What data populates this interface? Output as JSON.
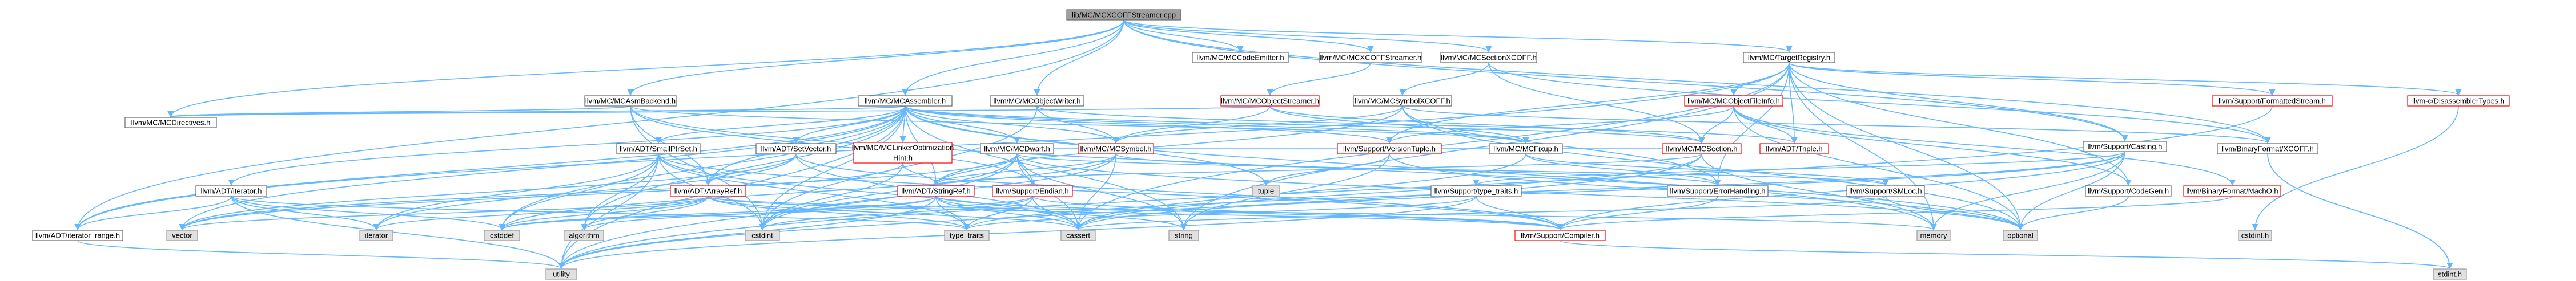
{
  "colors": {
    "edge": "#63b8ff",
    "root_fill": "#a0a0a0",
    "root_border": "#666666",
    "normal_fill": "#ffffff",
    "normal_border": "#666666",
    "red_border": "#ff0000",
    "system_fill": "#e0e0e0",
    "system_border": "#999999"
  },
  "nodes": [
    {
      "id": "root",
      "label": "lib/MC/MCXCOFFStreamer.cpp",
      "kind": "root"
    },
    {
      "id": "codeemitter",
      "label": "llvm/MC/MCCodeEmitter.h",
      "kind": "normal"
    },
    {
      "id": "xcoffstreamer",
      "label": "llvm/MC/MCXCOFFStreamer.h",
      "kind": "normal"
    },
    {
      "id": "sectionxcoff",
      "label": "llvm/MC/MCSectionXCOFF.h",
      "kind": "normal"
    },
    {
      "id": "targetregistry",
      "label": "llvm/MC/TargetRegistry.h",
      "kind": "normal"
    },
    {
      "id": "asmbackend",
      "label": "llvm/MC/MCAsmBackend.h",
      "kind": "normal"
    },
    {
      "id": "assembler",
      "label": "llvm/MC/MCAssembler.h",
      "kind": "normal"
    },
    {
      "id": "objectwriter",
      "label": "llvm/MC/MCObjectWriter.h",
      "kind": "normal"
    },
    {
      "id": "objectstreamer",
      "label": "llvm/MC/MCObjectStreamer.h",
      "kind": "red"
    },
    {
      "id": "symbolxcoff",
      "label": "llvm/MC/MCSymbolXCOFF.h",
      "kind": "normal"
    },
    {
      "id": "objectfileinfo",
      "label": "llvm/MC/MCObjectFileInfo.h",
      "kind": "red"
    },
    {
      "id": "formattedstream",
      "label": "llvm/Support/FormattedStream.h",
      "kind": "red"
    },
    {
      "id": "disassemblertypes",
      "label": "llvm-c/DisassemblerTypes.h",
      "kind": "red"
    },
    {
      "id": "mcdirectives",
      "label": "llvm/MC/MCDirectives.h",
      "kind": "normal"
    },
    {
      "id": "smallptrset",
      "label": "llvm/ADT/SmallPtrSet.h",
      "kind": "normal"
    },
    {
      "id": "setvector",
      "label": "llvm/ADT/SetVector.h",
      "kind": "normal"
    },
    {
      "id": "linkeropt",
      "label": "llvm/MC/MCLinkerOptimization\nHint.h",
      "kind": "red"
    },
    {
      "id": "mcdwarf",
      "label": "llvm/MC/MCDwarf.h",
      "kind": "normal"
    },
    {
      "id": "mcsymbol",
      "label": "llvm/MC/MCSymbol.h",
      "kind": "red"
    },
    {
      "id": "versiontuple",
      "label": "llvm/Support/VersionTuple.h",
      "kind": "red"
    },
    {
      "id": "mcfixup",
      "label": "llvm/MC/MCFixup.h",
      "kind": "normal"
    },
    {
      "id": "mcsection",
      "label": "llvm/MC/MCSection.h",
      "kind": "red"
    },
    {
      "id": "triple",
      "label": "llvm/ADT/Triple.h",
      "kind": "red"
    },
    {
      "id": "binaryxcoff",
      "label": "llvm/BinaryFormat/XCOFF.h",
      "kind": "normal"
    },
    {
      "id": "casting",
      "label": "llvm/Support/Casting.h",
      "kind": "normal"
    },
    {
      "id": "iterator",
      "label": "llvm/ADT/iterator.h",
      "kind": "normal"
    },
    {
      "id": "arrayref",
      "label": "llvm/ADT/ArrayRef.h",
      "kind": "red"
    },
    {
      "id": "stringref",
      "label": "llvm/ADT/StringRef.h",
      "kind": "red"
    },
    {
      "id": "endian",
      "label": "llvm/Support/Endian.h",
      "kind": "red"
    },
    {
      "id": "typetraits_h",
      "label": "llvm/Support/type_traits.h",
      "kind": "normal"
    },
    {
      "id": "errorhandling",
      "label": "llvm/Support/ErrorHandling.h",
      "kind": "normal"
    },
    {
      "id": "smloc",
      "label": "llvm/Support/SMLoc.h",
      "kind": "normal"
    },
    {
      "id": "codegen",
      "label": "llvm/Support/CodeGen.h",
      "kind": "normal"
    },
    {
      "id": "macho",
      "label": "llvm/BinaryFormat/MachO.h",
      "kind": "red"
    },
    {
      "id": "compiler",
      "label": "llvm/Support/Compiler.h",
      "kind": "red"
    },
    {
      "id": "iterator_range",
      "label": "llvm/ADT/iterator_range.h",
      "kind": "normal"
    },
    {
      "id": "vector",
      "label": "vector",
      "kind": "system"
    },
    {
      "id": "iterator_std",
      "label": "iterator",
      "kind": "system"
    },
    {
      "id": "cstddef",
      "label": "cstddef",
      "kind": "system"
    },
    {
      "id": "algorithm",
      "label": "algorithm",
      "kind": "system"
    },
    {
      "id": "cstdint",
      "label": "cstdint",
      "kind": "system"
    },
    {
      "id": "type_traits",
      "label": "type_traits",
      "kind": "system"
    },
    {
      "id": "cassert",
      "label": "cassert",
      "kind": "system"
    },
    {
      "id": "string",
      "label": "string",
      "kind": "system"
    },
    {
      "id": "tuple",
      "label": "tuple",
      "kind": "system"
    },
    {
      "id": "memory",
      "label": "memory",
      "kind": "system"
    },
    {
      "id": "optional",
      "label": "optional",
      "kind": "system"
    },
    {
      "id": "utility",
      "label": "utility",
      "kind": "system"
    },
    {
      "id": "cstdint_h",
      "label": "cstdint.h",
      "kind": "system"
    },
    {
      "id": "stdint_h",
      "label": "stdint.h",
      "kind": "system"
    }
  ],
  "edges": [
    [
      "root",
      "codeemitter"
    ],
    [
      "root",
      "xcoffstreamer"
    ],
    [
      "root",
      "sectionxcoff"
    ],
    [
      "root",
      "targetregistry"
    ],
    [
      "root",
      "asmbackend"
    ],
    [
      "root",
      "assembler"
    ],
    [
      "root",
      "objectwriter"
    ],
    [
      "root",
      "mcdirectives"
    ],
    [
      "root",
      "casting"
    ],
    [
      "root",
      "binaryxcoff"
    ],
    [
      "root",
      "iterator_range"
    ],
    [
      "xcoffstreamer",
      "objectstreamer"
    ],
    [
      "sectionxcoff",
      "mcsection"
    ],
    [
      "sectionxcoff",
      "symbolxcoff"
    ],
    [
      "sectionxcoff",
      "binaryxcoff"
    ],
    [
      "targetregistry",
      "iterator_range"
    ],
    [
      "targetregistry",
      "triple"
    ],
    [
      "targetregistry",
      "objectfileinfo"
    ],
    [
      "targetregistry",
      "formattedstream"
    ],
    [
      "targetregistry",
      "disassemblertypes"
    ],
    [
      "targetregistry",
      "codegen"
    ],
    [
      "targetregistry",
      "errorhandling"
    ],
    [
      "targetregistry",
      "memory"
    ],
    [
      "targetregistry",
      "optional"
    ],
    [
      "targetregistry",
      "cassert"
    ],
    [
      "targetregistry",
      "string"
    ],
    [
      "targetregistry",
      "casting"
    ],
    [
      "targetregistry",
      "versiontuple"
    ],
    [
      "asmbackend",
      "mcdirectives"
    ],
    [
      "asmbackend",
      "mcfixup"
    ],
    [
      "asmbackend",
      "arrayref"
    ],
    [
      "asmbackend",
      "endian"
    ],
    [
      "asmbackend",
      "cstdint"
    ],
    [
      "asmbackend",
      "optional"
    ],
    [
      "assembler",
      "mcdirectives"
    ],
    [
      "assembler",
      "smallptrset"
    ],
    [
      "assembler",
      "setvector"
    ],
    [
      "assembler",
      "linkeropt"
    ],
    [
      "assembler",
      "mcdwarf"
    ],
    [
      "assembler",
      "mcsymbol"
    ],
    [
      "assembler",
      "versiontuple"
    ],
    [
      "assembler",
      "mcfixup"
    ],
    [
      "assembler",
      "mcsection"
    ],
    [
      "assembler",
      "iterator"
    ],
    [
      "assembler",
      "arrayref"
    ],
    [
      "assembler",
      "stringref"
    ],
    [
      "assembler",
      "iterator_range"
    ],
    [
      "assembler",
      "vector"
    ],
    [
      "assembler",
      "cstddef"
    ],
    [
      "assembler",
      "cstdint"
    ],
    [
      "assembler",
      "string"
    ],
    [
      "assembler",
      "tuple"
    ],
    [
      "assembler",
      "utility"
    ],
    [
      "assembler",
      "memory"
    ],
    [
      "assembler",
      "algorithm"
    ],
    [
      "objectwriter",
      "triple"
    ],
    [
      "objectwriter",
      "mcsymbol"
    ],
    [
      "objectwriter",
      "cstdint"
    ],
    [
      "objectstreamer",
      "mcsection"
    ],
    [
      "objectstreamer",
      "mcfixup"
    ],
    [
      "objectstreamer",
      "mcdirectives"
    ],
    [
      "objectstreamer",
      "mcsymbol"
    ],
    [
      "symbolxcoff",
      "mcsymbol"
    ],
    [
      "symbolxcoff",
      "binaryxcoff"
    ],
    [
      "symbolxcoff",
      "errorhandling"
    ],
    [
      "symbolxcoff",
      "stringref"
    ],
    [
      "symbolxcoff",
      "optional"
    ],
    [
      "objectfileinfo",
      "triple"
    ],
    [
      "objectfileinfo",
      "mcsection"
    ],
    [
      "objectfileinfo",
      "codegen"
    ],
    [
      "objectfileinfo",
      "versiontuple"
    ],
    [
      "objectfileinfo",
      "macho"
    ],
    [
      "objectfileinfo",
      "optional"
    ],
    [
      "formattedstream",
      "utility"
    ],
    [
      "disassemblertypes",
      "cstdint_h"
    ],
    [
      "smallptrset",
      "compiler"
    ],
    [
      "smallptrset",
      "iterator_std"
    ],
    [
      "smallptrset",
      "cstddef"
    ],
    [
      "smallptrset",
      "cassert"
    ],
    [
      "smallptrset",
      "cstdint"
    ],
    [
      "smallptrset",
      "utility"
    ],
    [
      "smallptrset",
      "type_traits"
    ],
    [
      "smallptrset",
      "algorithm"
    ],
    [
      "setvector",
      "arrayref"
    ],
    [
      "setvector",
      "compiler"
    ],
    [
      "setvector",
      "cassert"
    ],
    [
      "setvector",
      "iterator_std"
    ],
    [
      "setvector",
      "vector"
    ],
    [
      "linkeropt",
      "stringref"
    ],
    [
      "linkeropt",
      "cstdint"
    ],
    [
      "linkeropt",
      "vector"
    ],
    [
      "mcdwarf",
      "stringref"
    ],
    [
      "mcdwarf",
      "mcsection"
    ],
    [
      "mcdwarf",
      "smloc"
    ],
    [
      "mcdwarf",
      "endian"
    ],
    [
      "mcdwarf",
      "cassert"
    ],
    [
      "mcdwarf",
      "cstdint"
    ],
    [
      "mcdwarf",
      "string"
    ],
    [
      "mcdwarf",
      "utility"
    ],
    [
      "mcdwarf",
      "vector"
    ],
    [
      "mcdwarf",
      "optional"
    ],
    [
      "mcsymbol",
      "stringref"
    ],
    [
      "mcsymbol",
      "errorhandling"
    ],
    [
      "mcsymbol",
      "cassert"
    ],
    [
      "mcsymbol",
      "cstddef"
    ],
    [
      "mcsymbol",
      "cstdint"
    ],
    [
      "versiontuple",
      "tuple"
    ],
    [
      "versiontuple",
      "optional"
    ],
    [
      "versiontuple",
      "string"
    ],
    [
      "mcfixup",
      "smloc"
    ],
    [
      "mcfixup",
      "errorhandling"
    ],
    [
      "mcfixup",
      "cassert"
    ],
    [
      "mcsection",
      "stringref"
    ],
    [
      "mcsection",
      "memory"
    ],
    [
      "mcsection",
      "utility"
    ],
    [
      "mcsection",
      "cassert"
    ],
    [
      "binaryxcoff",
      "stddef_h"
    ],
    [
      "binaryxcoff",
      "stdint_h"
    ],
    [
      "casting",
      "typetraits_h"
    ],
    [
      "casting",
      "compiler"
    ],
    [
      "casting",
      "cassert"
    ],
    [
      "casting",
      "memory"
    ],
    [
      "casting",
      "optional"
    ],
    [
      "casting",
      "type_traits"
    ],
    [
      "iterator",
      "iterator_range"
    ],
    [
      "iterator",
      "cstddef"
    ],
    [
      "iterator",
      "iterator_std"
    ],
    [
      "iterator",
      "type_traits"
    ],
    [
      "iterator",
      "utility"
    ],
    [
      "arrayref",
      "compiler"
    ],
    [
      "arrayref",
      "algorithm"
    ],
    [
      "arrayref",
      "cassert"
    ],
    [
      "arrayref",
      "cstddef"
    ],
    [
      "arrayref",
      "iterator_std"
    ],
    [
      "arrayref",
      "memory"
    ],
    [
      "arrayref",
      "type_traits"
    ],
    [
      "arrayref",
      "vector"
    ],
    [
      "stringref",
      "compiler"
    ],
    [
      "stringref",
      "algorithm"
    ],
    [
      "stringref",
      "cassert"
    ],
    [
      "stringref",
      "cstddef"
    ],
    [
      "stringref",
      "cstring"
    ],
    [
      "stringref",
      "limits"
    ],
    [
      "stringref",
      "string"
    ],
    [
      "stringref",
      "type_traits"
    ],
    [
      "stringref",
      "utility"
    ],
    [
      "endian",
      "compiler"
    ],
    [
      "endian",
      "cassert"
    ],
    [
      "endian",
      "cstddef"
    ],
    [
      "endian",
      "cstdint"
    ],
    [
      "endian",
      "cstring"
    ],
    [
      "endian",
      "type_traits"
    ],
    [
      "typetraits_h",
      "compiler"
    ],
    [
      "typetraits_h",
      "type_traits"
    ],
    [
      "typetraits_h",
      "utility"
    ],
    [
      "errorhandling",
      "compiler"
    ],
    [
      "smloc",
      "cassert"
    ],
    [
      "smloc",
      "optional"
    ],
    [
      "codegen",
      "optional"
    ],
    [
      "macho",
      "compiler"
    ],
    [
      "iterator_range",
      "utility"
    ],
    [
      "compiler",
      "stddef_h"
    ]
  ]
}
